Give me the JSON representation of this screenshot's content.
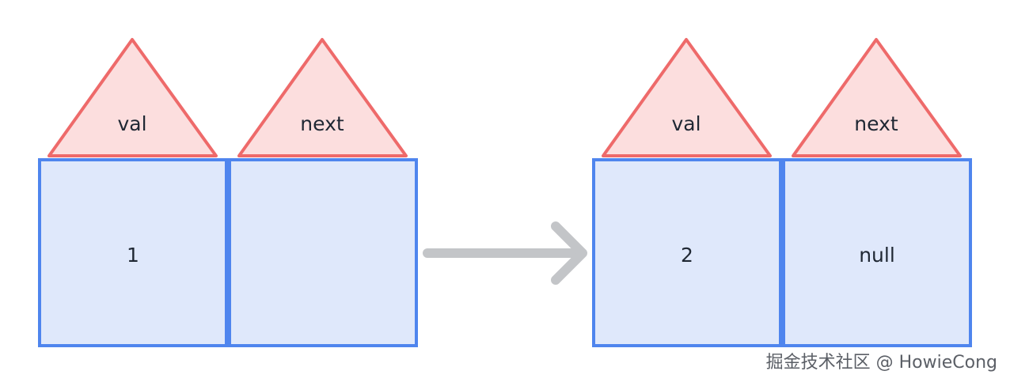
{
  "nodes": [
    {
      "name": "node-1",
      "field_labels": {
        "val": "val",
        "next": "next"
      },
      "val": "1",
      "next": ""
    },
    {
      "name": "node-2",
      "field_labels": {
        "val": "val",
        "next": "next"
      },
      "val": "2",
      "next": "null"
    }
  ],
  "watermark": "掘金技术社区 @ HowieCong",
  "colors": {
    "triangle_fill": "#fcdede",
    "triangle_stroke": "#ee6a6a",
    "cell_fill": "#dfe8fb",
    "cell_stroke": "#4f85ee",
    "arrow": "#c3c5c8"
  }
}
